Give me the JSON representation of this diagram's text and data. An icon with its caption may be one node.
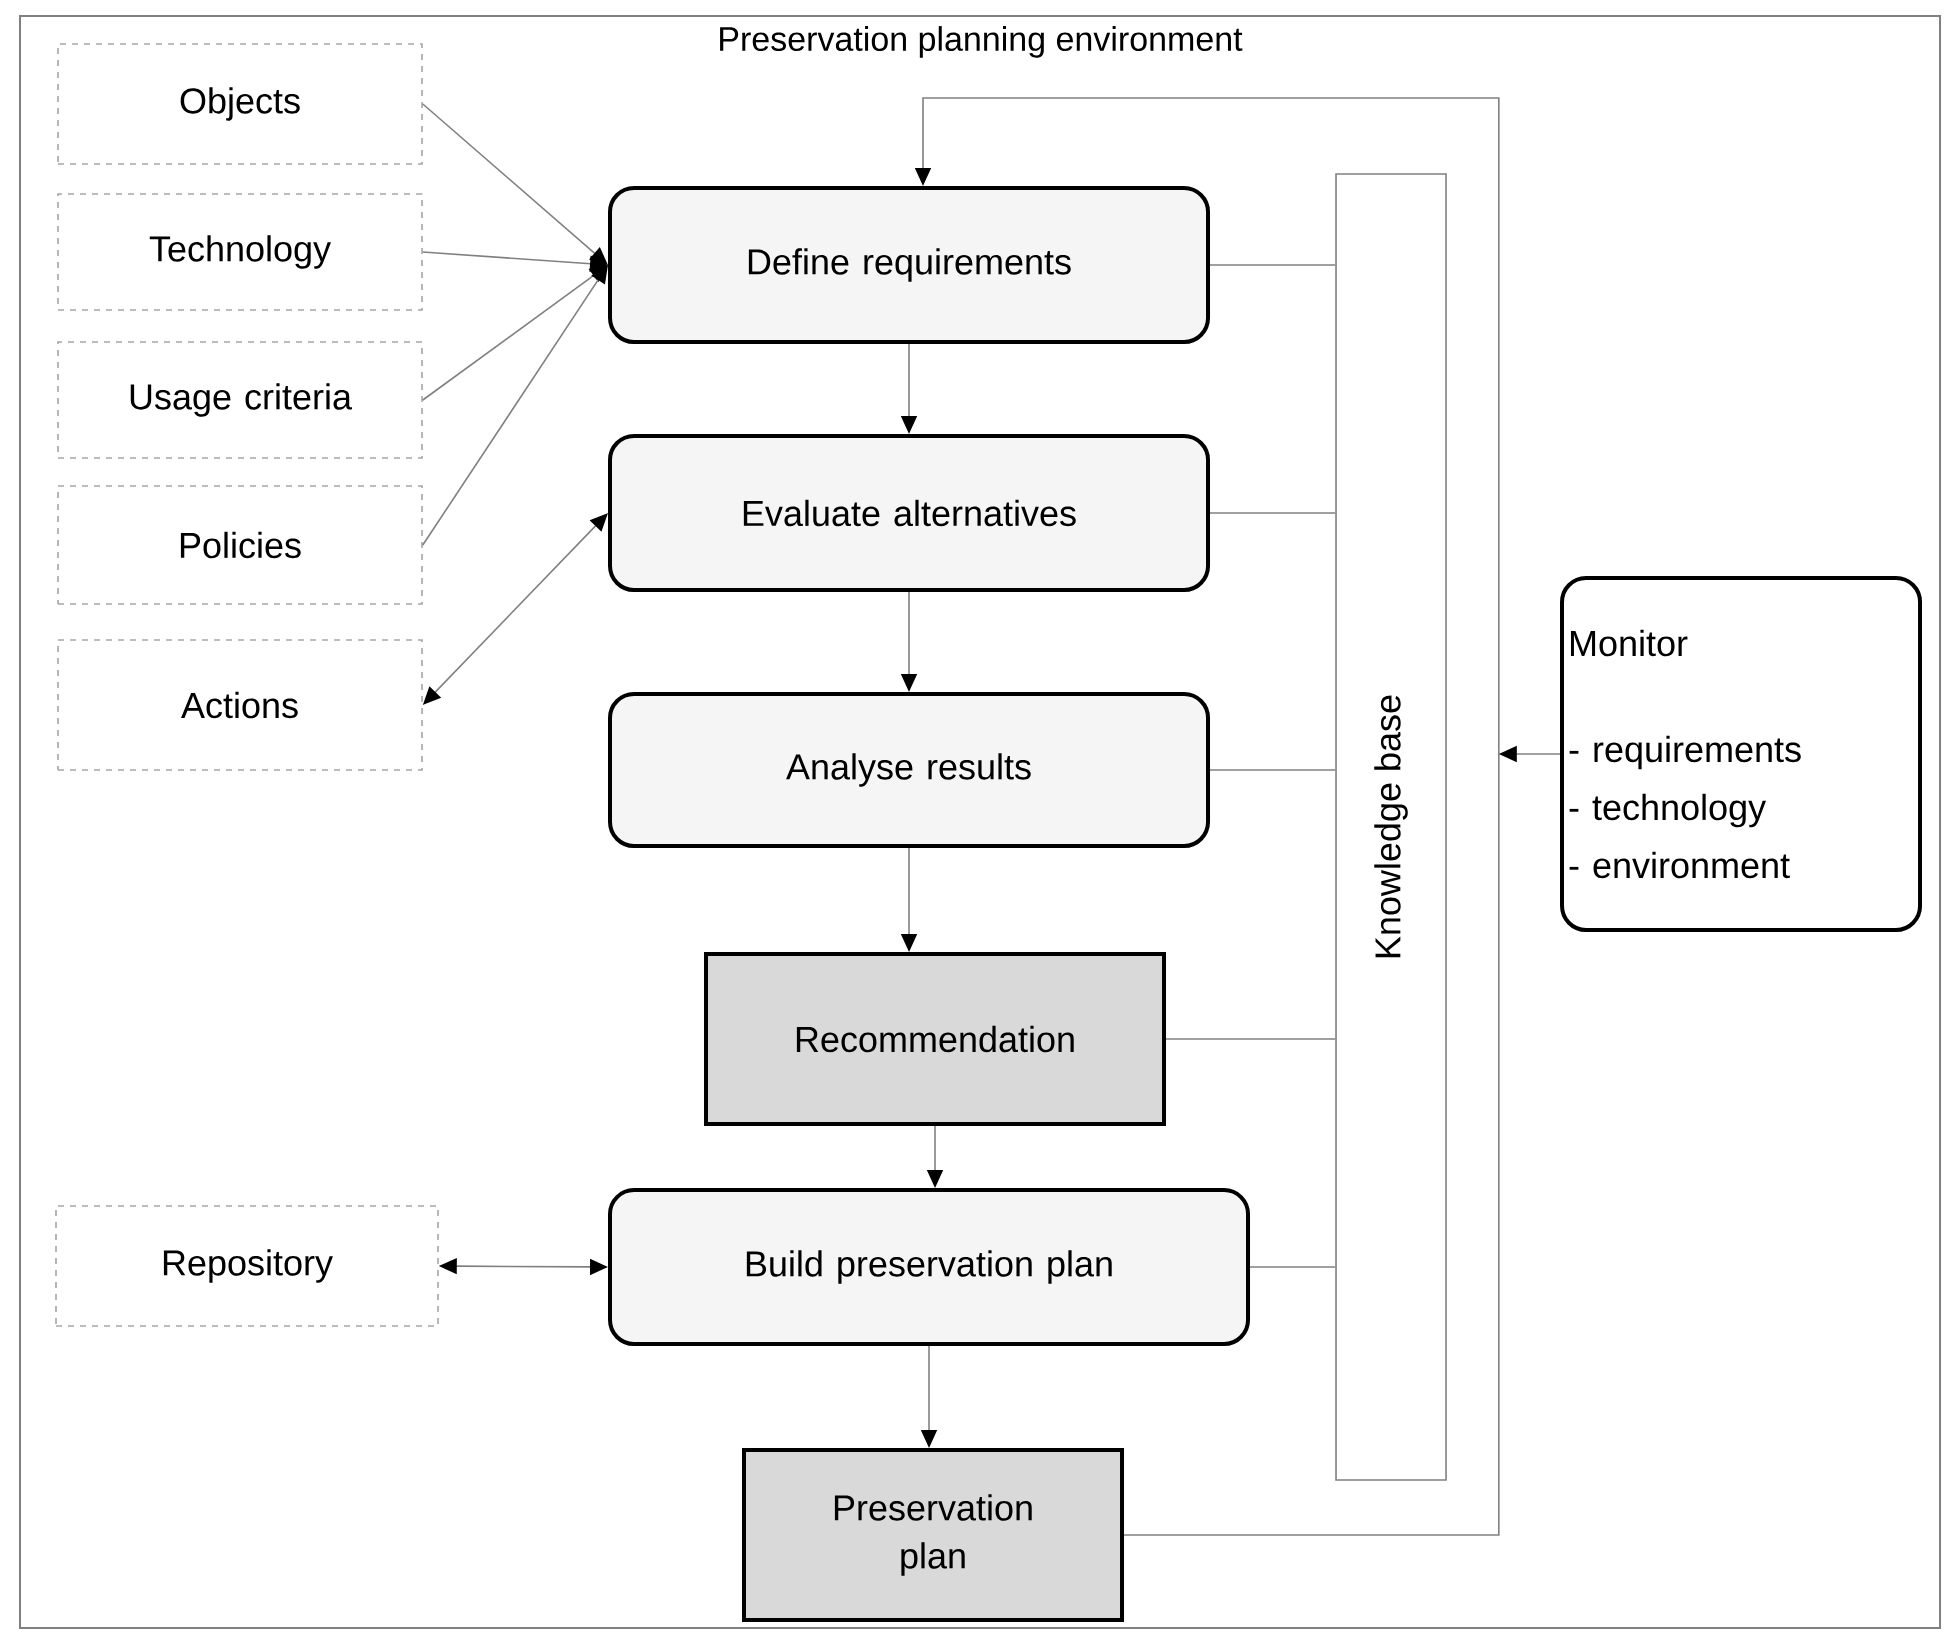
{
  "diagram": {
    "nodes": [
      {
        "text": [
          "Preservation planning environment"
        ]
      },
      {
        "text": [
          "Objects"
        ],
        "in": 0
      },
      {
        "text": [
          "Technology"
        ],
        "in": 0
      },
      {
        "text": [
          "Usage criteria"
        ],
        "in": 0
      },
      {
        "text": [
          "Policies"
        ],
        "in": 0
      },
      {
        "text": [
          "Actions"
        ],
        "in": 0
      },
      {
        "text": [
          "Define requirements"
        ],
        "in": 0
      },
      {
        "text": [
          "Evaluate alternatives"
        ],
        "in": 0
      },
      {
        "text": [
          "Analyse results"
        ],
        "in": 0
      },
      {
        "text": [
          "Recommendation"
        ],
        "in": 0
      },
      {
        "text": [
          "Repository"
        ],
        "in": 0
      },
      {
        "text": [
          "Build preservation plan"
        ],
        "in": 0
      },
      {
        "text": [
          "Preservation plan"
        ],
        "in": 0
      },
      {
        "text": [
          "Knowledge base"
        ],
        "in": 0
      },
      {
        "text": [
          "Monitor",
          "- requirements",
          "- technology",
          "- environment"
        ],
        "in": 0
      }
    ],
    "edges": [
      {
        "from": 1,
        "to": 6,
        "arrow": "to"
      },
      {
        "from": 2,
        "to": 6,
        "arrow": "to"
      },
      {
        "from": 3,
        "to": 6,
        "arrow": "to"
      },
      {
        "from": 4,
        "to": 6,
        "arrow": "to"
      },
      {
        "from": 5,
        "to": 7,
        "arrow": "both"
      },
      {
        "from": 6,
        "to": 7,
        "arrow": "to"
      },
      {
        "from": 7,
        "to": 8,
        "arrow": "to"
      },
      {
        "from": 8,
        "to": 9,
        "arrow": "to"
      },
      {
        "from": 9,
        "to": 11,
        "arrow": "to"
      },
      {
        "from": 11,
        "to": 12,
        "arrow": "to"
      },
      {
        "from": 10,
        "to": 11,
        "arrow": "both"
      },
      {
        "from": 6,
        "to": 13,
        "arrow": "none"
      },
      {
        "from": 7,
        "to": 13,
        "arrow": "none"
      },
      {
        "from": 8,
        "to": 13,
        "arrow": "none"
      },
      {
        "from": 9,
        "to": 13,
        "arrow": "none"
      },
      {
        "from": 11,
        "to": 13,
        "arrow": "none"
      },
      {
        "from": 12,
        "to": 6,
        "arrow": "to"
      },
      {
        "from": 14,
        "to": null,
        "arrow": "to"
      }
    ]
  }
}
